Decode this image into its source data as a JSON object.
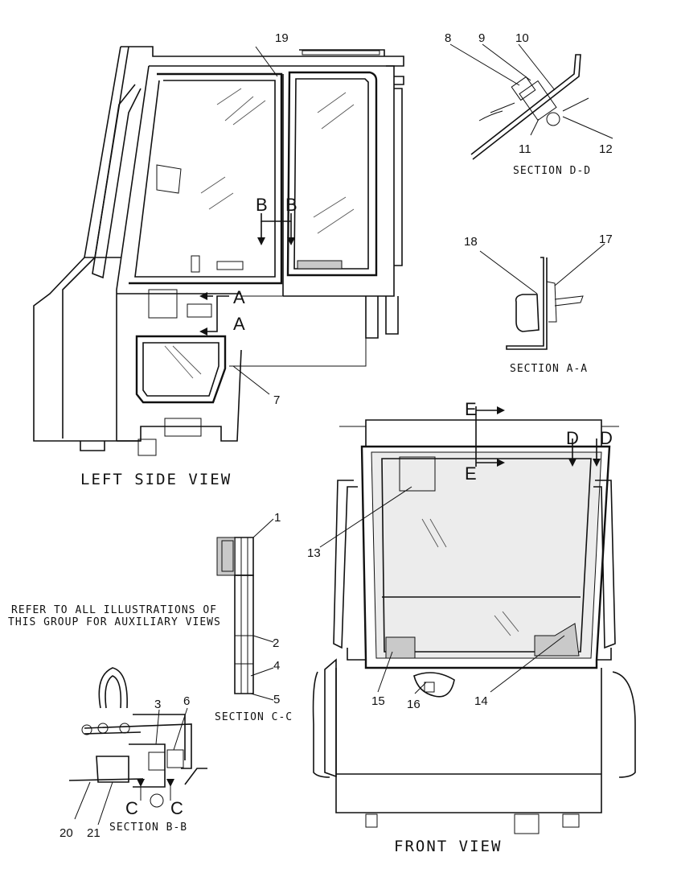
{
  "views": {
    "left_side": "LEFT SIDE VIEW",
    "front": "FRONT VIEW"
  },
  "sections": {
    "d_d": "SECTION D-D",
    "a_a": "SECTION A-A",
    "c_c": "SECTION C-C",
    "b_b": "SECTION B-B"
  },
  "note": [
    "REFER TO ALL ILLUSTRATIONS OF",
    "THIS GROUP FOR AUXILIARY VIEWS"
  ],
  "section_markers": [
    "A",
    "B",
    "C",
    "D",
    "E"
  ],
  "callouts": [
    "1",
    "2",
    "3",
    "4",
    "5",
    "6",
    "7",
    "8",
    "9",
    "10",
    "11",
    "12",
    "13",
    "14",
    "15",
    "16",
    "17",
    "18",
    "19",
    "20",
    "21"
  ]
}
